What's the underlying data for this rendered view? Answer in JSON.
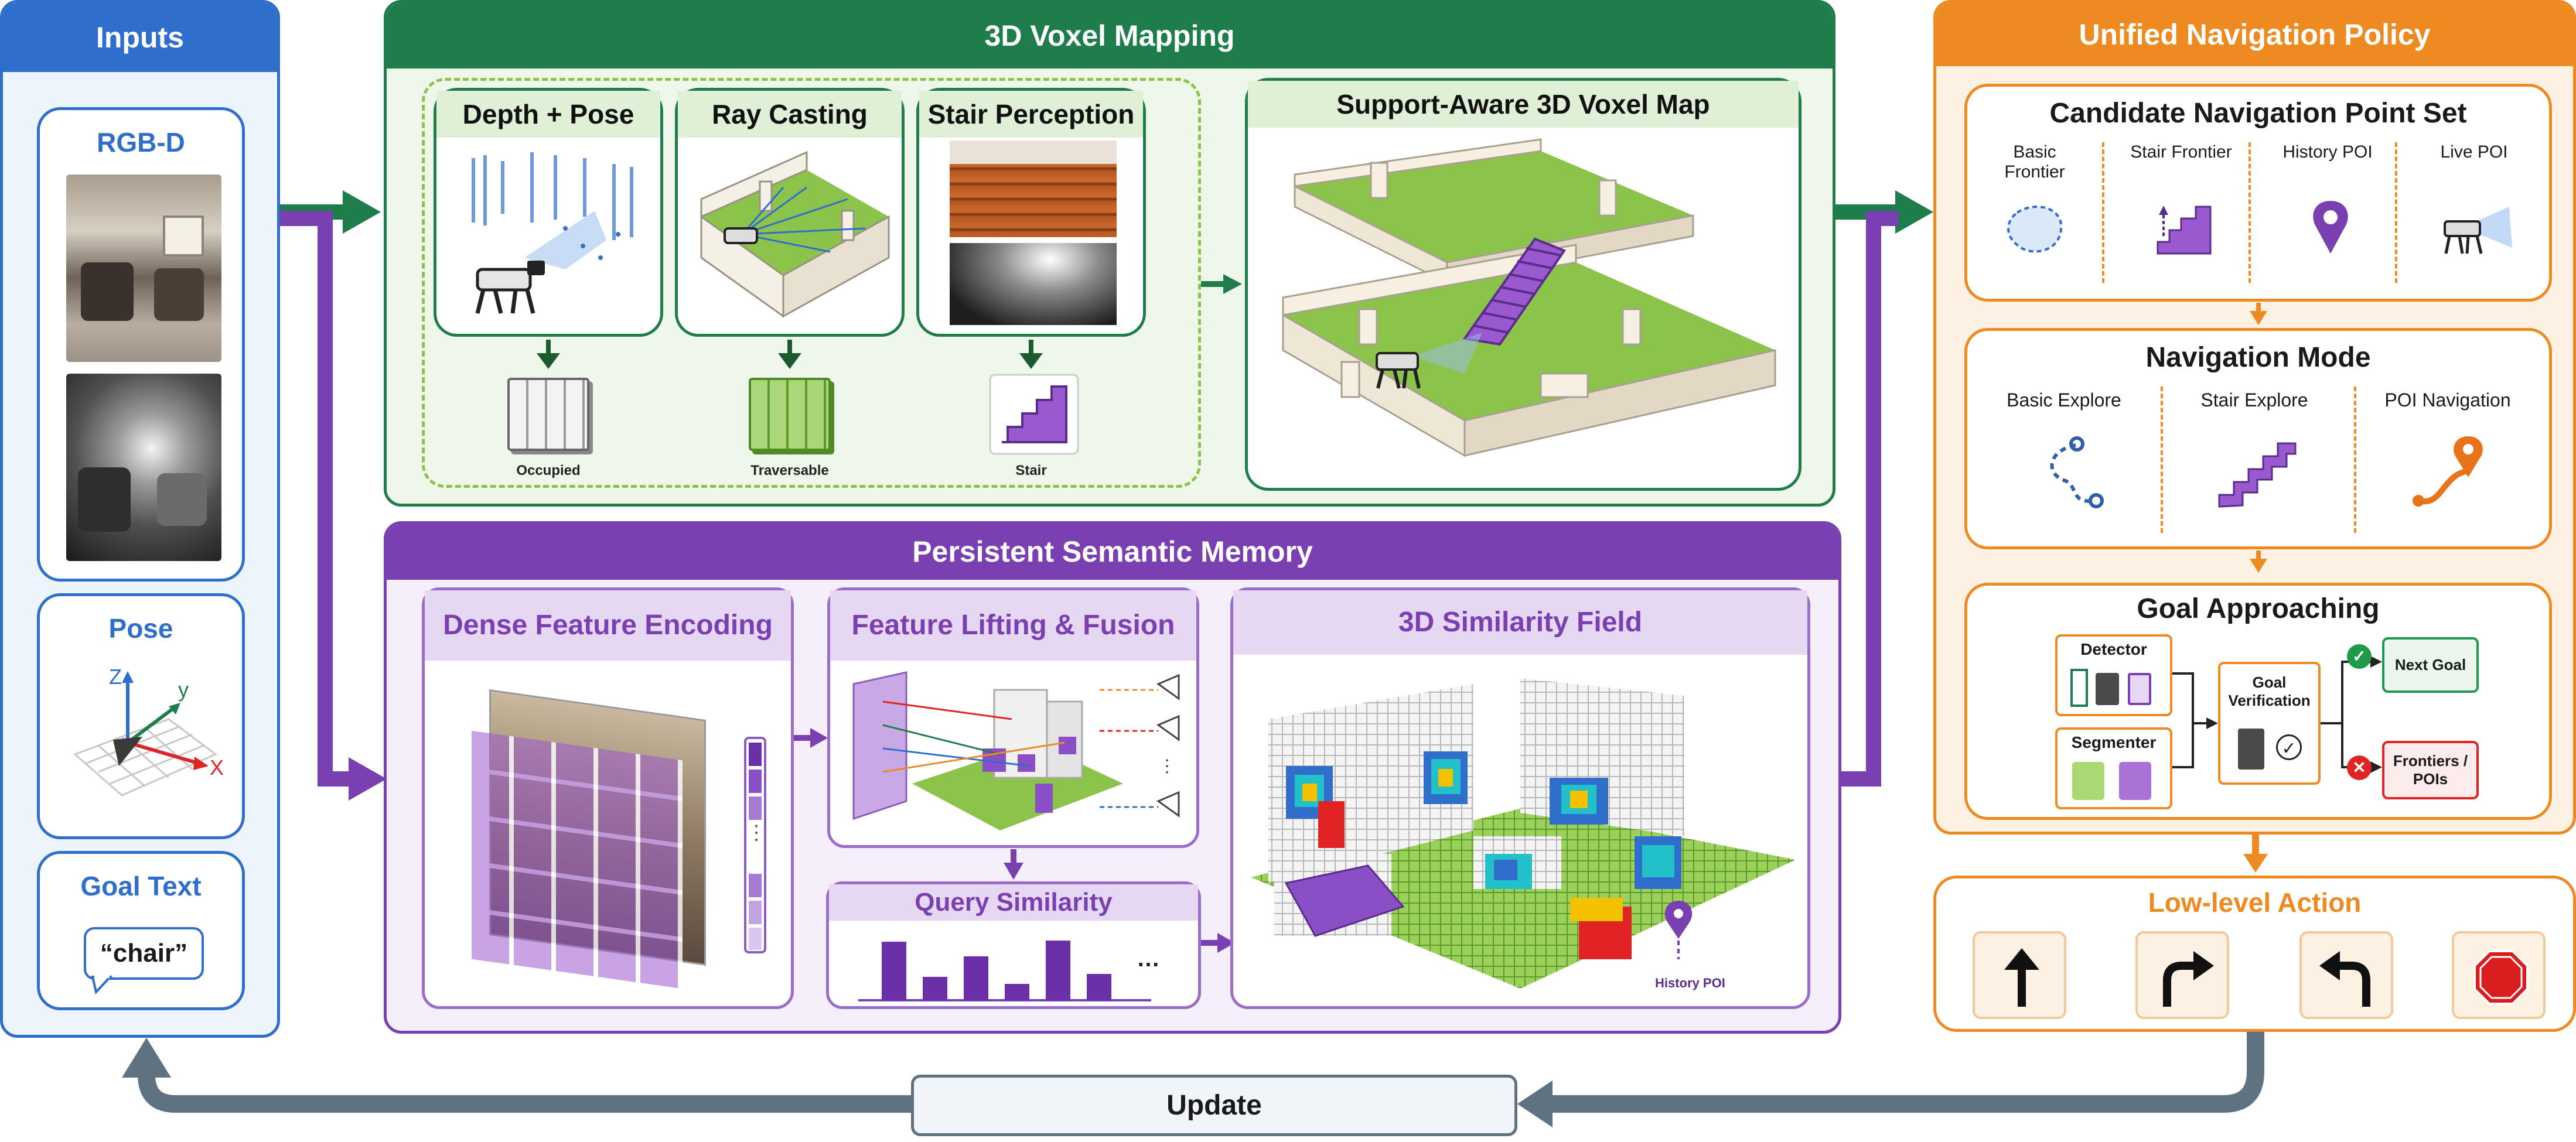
{
  "colors": {
    "blue": "#2f6fcb",
    "green": "#1e7d4a",
    "purple": "#7a3fb0",
    "orange": "#ee8a22",
    "slate": "#5e7282",
    "grid_green": "#8cc34b",
    "light_green": "#eaf5e4",
    "light_purple": "#efe6f7",
    "light_orange": "#fdf1e3"
  },
  "inputs": {
    "title": "Inputs",
    "rgbd": "RGB-D",
    "pose": "Pose",
    "goal_text_title": "Goal Text",
    "goal_text_value": "“chair”",
    "axes": {
      "z": "Z",
      "y": "y",
      "x": "X"
    }
  },
  "voxel_mapping": {
    "title": "3D Voxel Mapping",
    "depth_pose": "Depth + Pose",
    "ray_casting": "Ray Casting",
    "stair_perception": "Stair Perception",
    "occupied": "Occupied",
    "traversable": "Traversable",
    "stair": "Stair",
    "map_title": "Support-Aware 3D Voxel Map"
  },
  "semantic_memory": {
    "title": "Persistent Semantic Memory",
    "dense_feature": "Dense Feature Encoding",
    "lifting_fusion": "Feature Lifting & Fusion",
    "query_similarity": "Query Similarity",
    "similarity_field": "3D Similarity Field",
    "history_poi": "History POI",
    "vector_dots": "⋮",
    "bars_more": "…"
  },
  "policy": {
    "title": "Unified Navigation Policy",
    "candidate_title": "Candidate Navigation Point Set",
    "candidates": [
      "Basic Frontier",
      "Stair Frontier",
      "History POI",
      "Live POI"
    ],
    "mode_title": "Navigation Mode",
    "modes": [
      "Basic Explore",
      "Stair Explore",
      "POI Navigation"
    ],
    "goal_title": "Goal Approaching",
    "detector": "Detector",
    "segmenter": "Segmenter",
    "goal_verification": "Goal Verification",
    "next_goal": "Next Goal",
    "frontiers_pois": "Frontiers / POIs"
  },
  "low_level": {
    "title": "Low-level Action",
    "actions": [
      "forward-arrow-icon",
      "turn-right-icon",
      "turn-left-icon",
      "stop-icon"
    ]
  },
  "update": "Update"
}
